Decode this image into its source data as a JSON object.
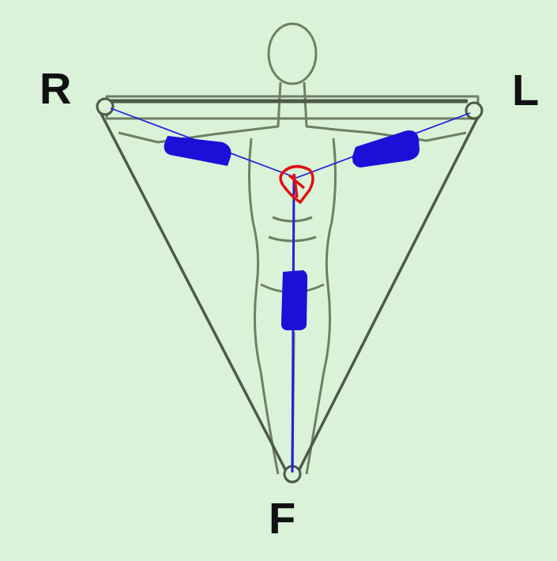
{
  "diagram": {
    "labels": [
      "R",
      "L",
      "F"
    ]
  }
}
